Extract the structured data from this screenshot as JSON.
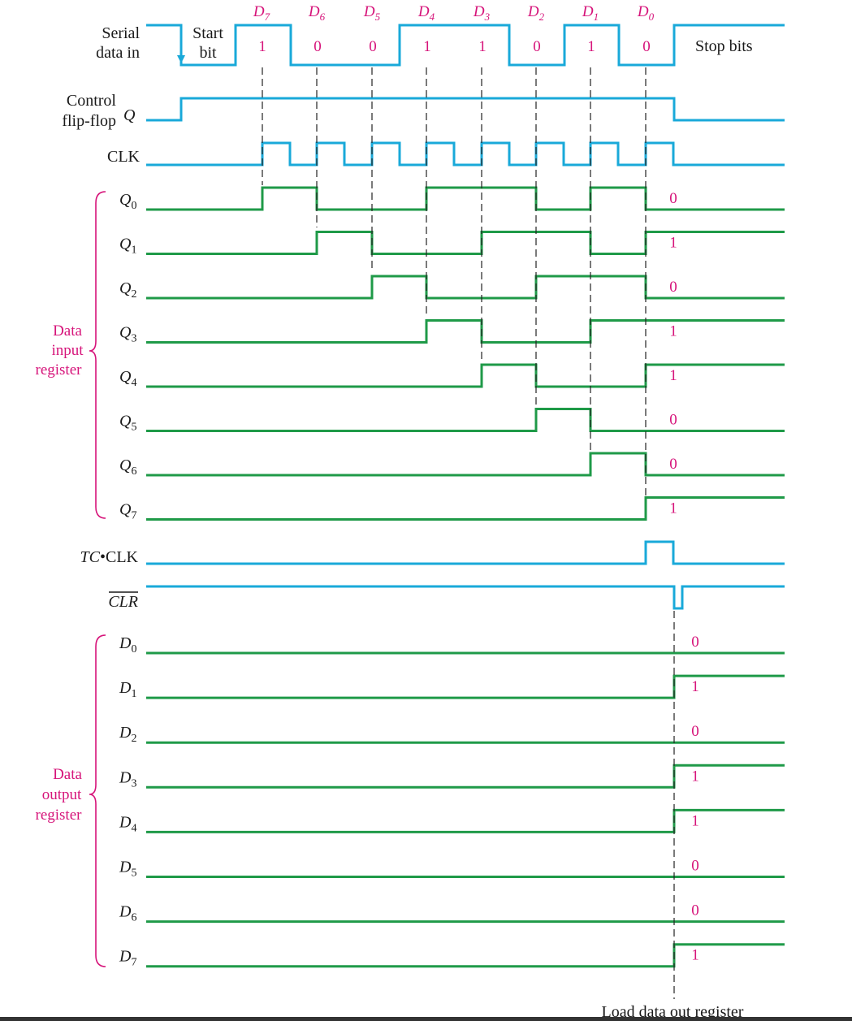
{
  "bit_headers": [
    {
      "name": "D",
      "sub": "7"
    },
    {
      "name": "D",
      "sub": "6"
    },
    {
      "name": "D",
      "sub": "5"
    },
    {
      "name": "D",
      "sub": "4"
    },
    {
      "name": "D",
      "sub": "3"
    },
    {
      "name": "D",
      "sub": "2"
    },
    {
      "name": "D",
      "sub": "1"
    },
    {
      "name": "D",
      "sub": "0"
    }
  ],
  "serial_label": [
    "Serial",
    "data in"
  ],
  "start_label": [
    "Start",
    "bit"
  ],
  "stop_label": "Stop bits",
  "serial_bits": [
    "1",
    "0",
    "0",
    "1",
    "1",
    "0",
    "1",
    "0"
  ],
  "control_label": [
    "Control",
    "flip-flop"
  ],
  "control_q": "Q",
  "clk_label": "CLK",
  "input_group_label": [
    "Data",
    "input",
    "register"
  ],
  "output_group_label": [
    "Data",
    "output",
    "register"
  ],
  "tc_label": {
    "italic": "TC",
    "rest": "•CLK"
  },
  "clr_label": "CLR",
  "bottom_note": "Load data out register",
  "input_signals": [
    {
      "name": "Q",
      "sub": "0",
      "levels": [
        1,
        0,
        0,
        1,
        1,
        0,
        1,
        0
      ],
      "final": "0"
    },
    {
      "name": "Q",
      "sub": "1",
      "levels": [
        0,
        1,
        0,
        0,
        1,
        1,
        0,
        1
      ],
      "final": "1"
    },
    {
      "name": "Q",
      "sub": "2",
      "levels": [
        0,
        0,
        1,
        0,
        0,
        1,
        1,
        0
      ],
      "final": "0"
    },
    {
      "name": "Q",
      "sub": "3",
      "levels": [
        0,
        0,
        0,
        1,
        0,
        0,
        1,
        1
      ],
      "final": "1"
    },
    {
      "name": "Q",
      "sub": "4",
      "levels": [
        0,
        0,
        0,
        0,
        1,
        0,
        0,
        1
      ],
      "final": "1"
    },
    {
      "name": "Q",
      "sub": "5",
      "levels": [
        0,
        0,
        0,
        0,
        0,
        1,
        0,
        0
      ],
      "final": "0"
    },
    {
      "name": "Q",
      "sub": "6",
      "levels": [
        0,
        0,
        0,
        0,
        0,
        0,
        1,
        0
      ],
      "final": "0"
    },
    {
      "name": "Q",
      "sub": "7",
      "levels": [
        0,
        0,
        0,
        0,
        0,
        0,
        0,
        1
      ],
      "final": "1"
    }
  ],
  "output_signals": [
    {
      "name": "D",
      "sub": "0",
      "final": "0"
    },
    {
      "name": "D",
      "sub": "1",
      "final": "1"
    },
    {
      "name": "D",
      "sub": "2",
      "final": "0"
    },
    {
      "name": "D",
      "sub": "3",
      "final": "1"
    },
    {
      "name": "D",
      "sub": "4",
      "final": "1"
    },
    {
      "name": "D",
      "sub": "5",
      "final": "0"
    },
    {
      "name": "D",
      "sub": "6",
      "final": "0"
    },
    {
      "name": "D",
      "sub": "7",
      "final": "1"
    }
  ],
  "colors": {
    "clock_control": "#19a9d9",
    "register": "#1f9a48",
    "annotation": "#d6147a"
  }
}
